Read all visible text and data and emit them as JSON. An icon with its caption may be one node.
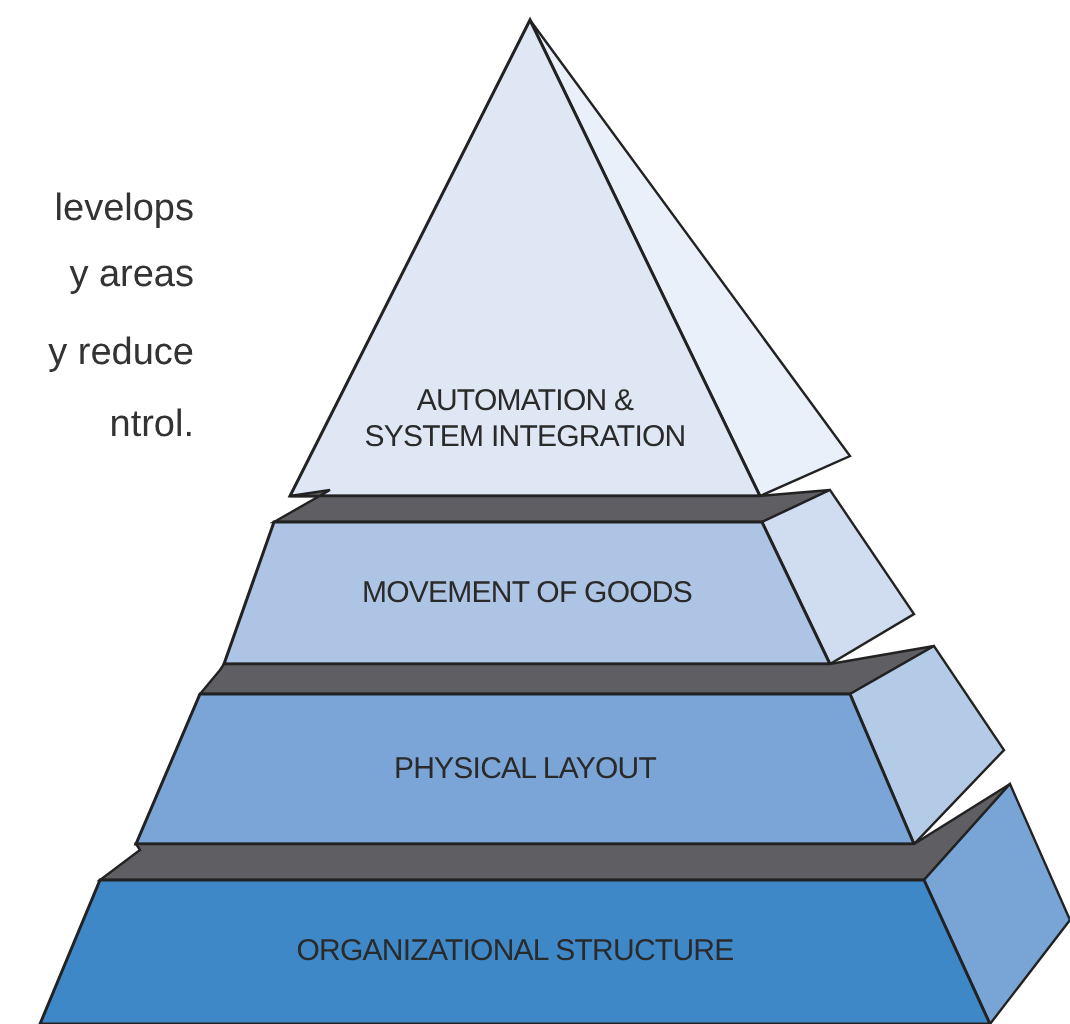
{
  "diagram": {
    "nodes": [
      {
        "text": [
          "AUTOMATION & SYSTEM INTEGRATION"
        ]
      },
      {
        "text": [
          "MOVEMENT OF GOODS"
        ]
      },
      {
        "text": [
          "PHYSICAL LAYOUT"
        ]
      },
      {
        "text": [
          "ORGANIZATIONAL STRUCTURE"
        ]
      }
    ],
    "labels": [
      "levelops",
      "y areas",
      "y reduce",
      "ntrol."
    ]
  }
}
